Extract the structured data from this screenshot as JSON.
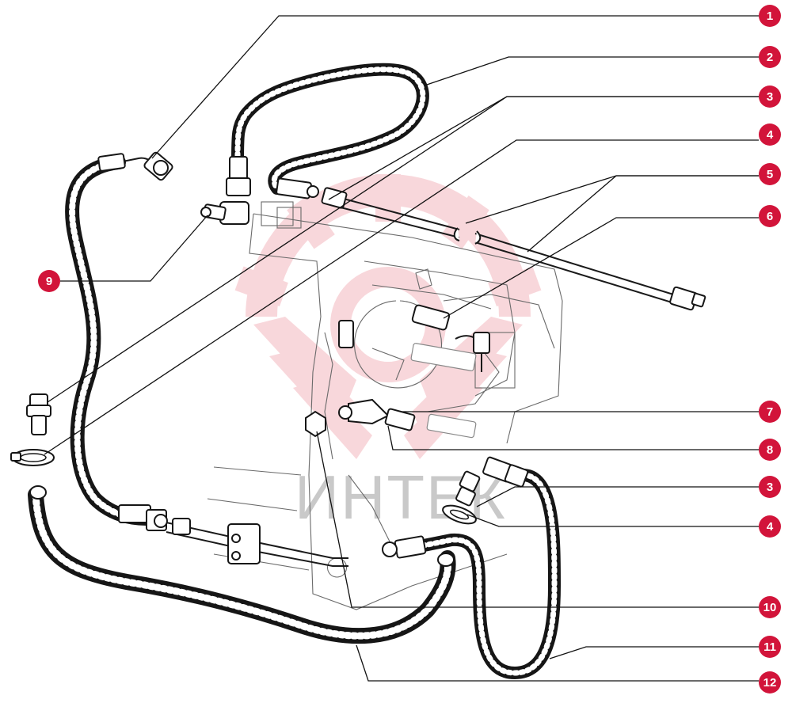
{
  "watermark": {
    "text": "ИНТЕК",
    "color": "#f4b8be"
  },
  "accent_color": "#d2143a",
  "callouts": [
    {
      "id": "c1",
      "label": "1"
    },
    {
      "id": "c2",
      "label": "2"
    },
    {
      "id": "c3a",
      "label": "3"
    },
    {
      "id": "c4a",
      "label": "4"
    },
    {
      "id": "c5",
      "label": "5"
    },
    {
      "id": "c6",
      "label": "6"
    },
    {
      "id": "c7",
      "label": "7"
    },
    {
      "id": "c8",
      "label": "8"
    },
    {
      "id": "c3b",
      "label": "3"
    },
    {
      "id": "c4b",
      "label": "4"
    },
    {
      "id": "c10",
      "label": "10"
    },
    {
      "id": "c11",
      "label": "11"
    },
    {
      "id": "c12",
      "label": "12"
    },
    {
      "id": "c9",
      "label": "9"
    }
  ]
}
